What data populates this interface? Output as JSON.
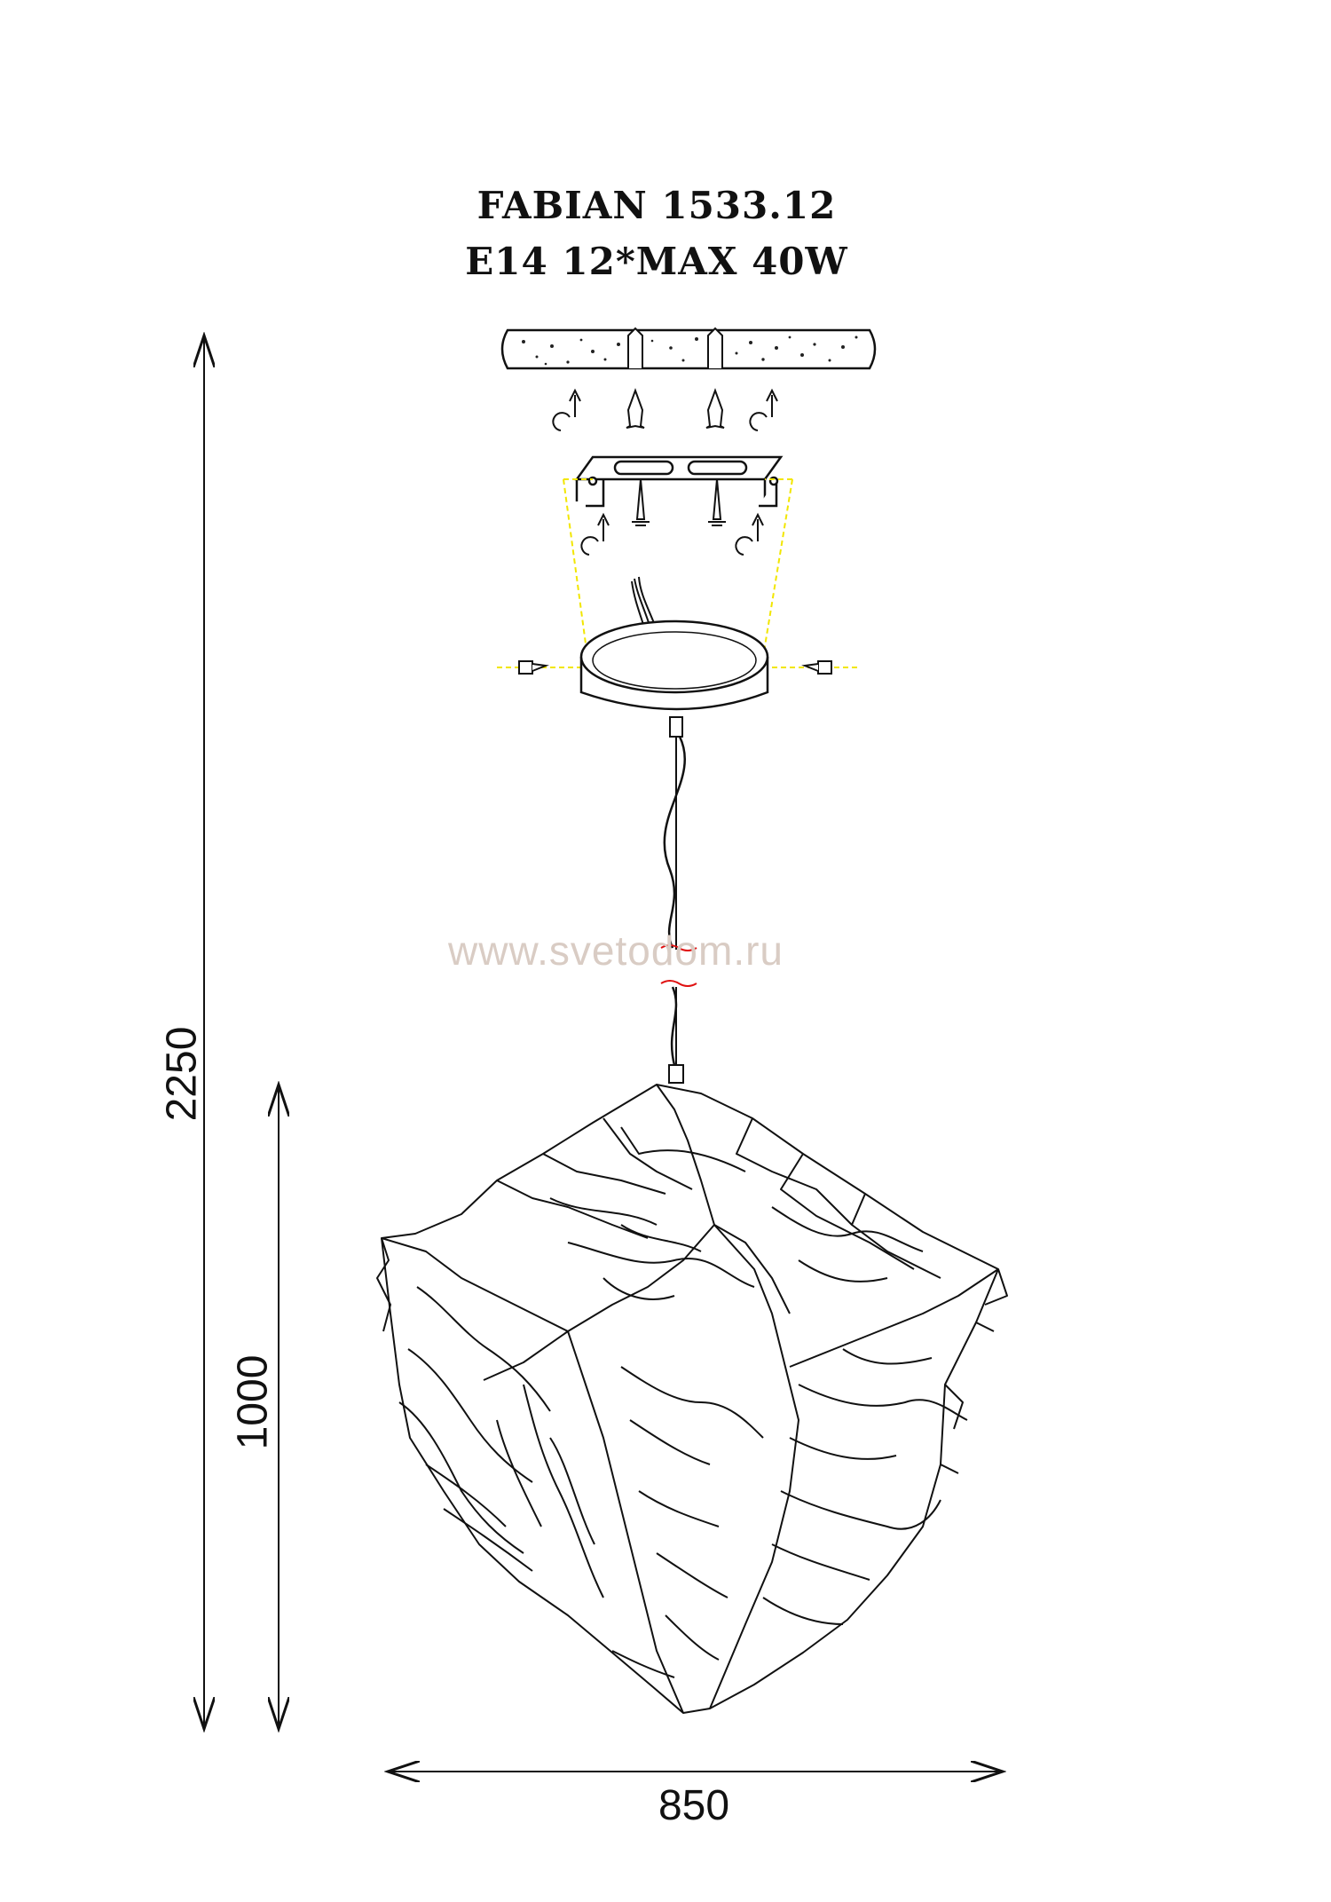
{
  "title": {
    "model": "FABIAN 1533.12",
    "spec": "E14 12*MAX 40W"
  },
  "dimensions": {
    "total_height": "2250",
    "body_height": "1000",
    "width": "850"
  },
  "watermark": "www.svetodom.ru",
  "colors": {
    "line": "#111111",
    "guide": "#f2e600",
    "cut_mark": "#e01010",
    "watermark": "#d9ccc4"
  }
}
